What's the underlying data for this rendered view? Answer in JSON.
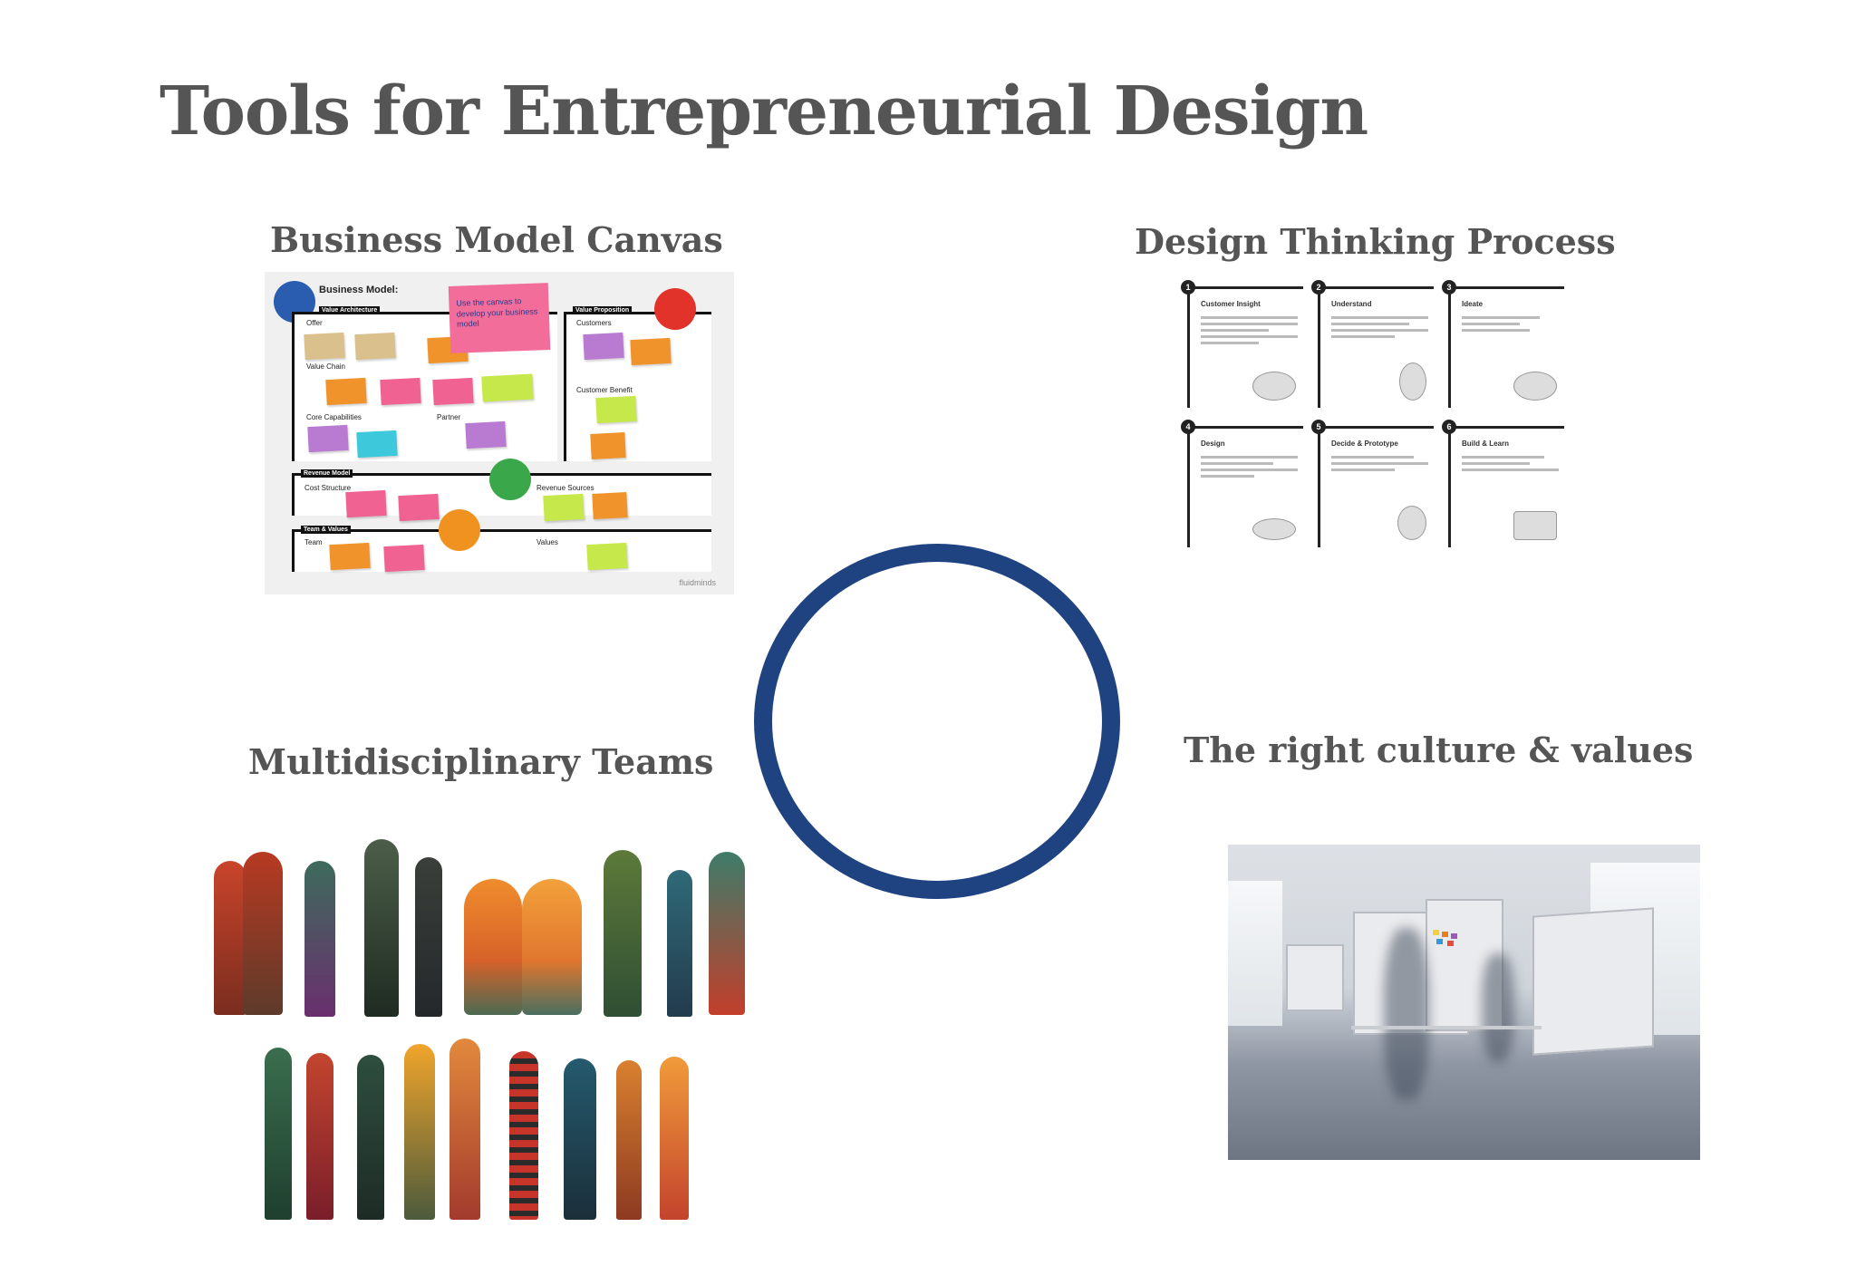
{
  "slide": {
    "title": "Tools for Entrepreneurial Design",
    "sections": {
      "bmc": "Business Model Canvas",
      "dtp": "Design Thinking Process",
      "teams": "Multidisciplinary Teams",
      "culture": "The right  culture & values"
    }
  },
  "bmc_image": {
    "heading": "Business Model:",
    "value_architecture": "Value Architecture",
    "offer": "Offer",
    "value_chain": "Value Chain",
    "core_capabilities": "Core Capabilities",
    "partner": "Partner",
    "value_proposition": "Value Proposition",
    "customers": "Customers",
    "customer_benefit": "Customer Benefit",
    "revenue_model": "Revenue Model",
    "cost_structure": "Cost Structure",
    "revenue_sources": "Revenue Sources",
    "team_values": "Team & Values",
    "team": "Team",
    "values": "Values",
    "note": "Use the canvas to develop your business model",
    "brand": "fluidminds"
  },
  "dtp_image": {
    "steps": [
      {
        "num": "1",
        "title": "Customer Insight"
      },
      {
        "num": "2",
        "title": "Understand"
      },
      {
        "num": "3",
        "title": "Ideate"
      },
      {
        "num": "4",
        "title": "Design"
      },
      {
        "num": "5",
        "title": "Decide & Prototype"
      },
      {
        "num": "6",
        "title": "Build & Learn"
      }
    ]
  },
  "colors": {
    "title": "#555555",
    "circle": "#1f4281"
  }
}
